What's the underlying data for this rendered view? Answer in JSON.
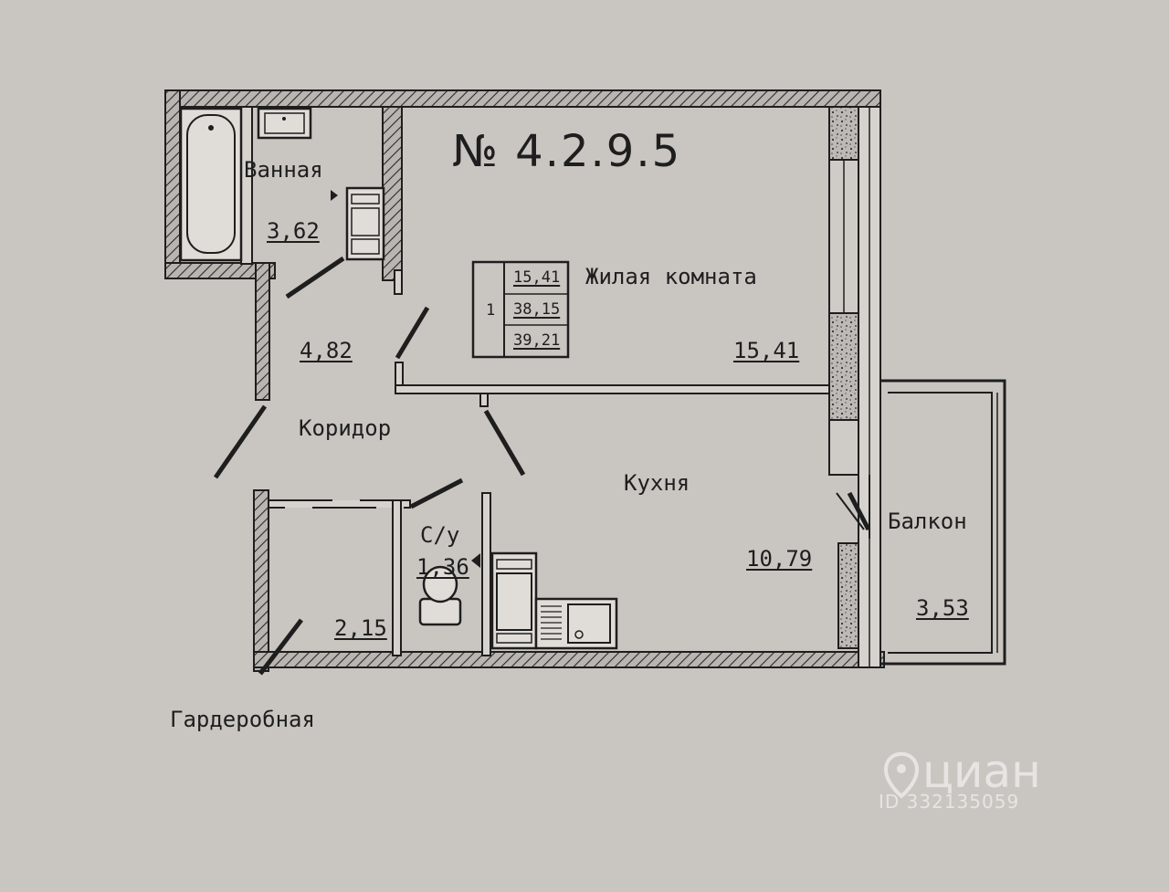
{
  "plan": {
    "title": "№ 4.2.9.5",
    "rooms": {
      "bathroom": {
        "name": "Ванная",
        "area": "3,62"
      },
      "living": {
        "name": "Жилая комната",
        "area": "15,41"
      },
      "corridor": {
        "name": "Коридор",
        "area": "4,82"
      },
      "kitchen": {
        "name": "Кухня",
        "area": "10,79"
      },
      "toilet": {
        "name": "С/у",
        "area": "1,36"
      },
      "wardrobe": {
        "name": "Гардеробная",
        "area": "2,15"
      },
      "balcony": {
        "name": "Балкон",
        "area": "3,53"
      }
    },
    "summary_table": {
      "rooms_count": "1",
      "living_area": "15,41",
      "total_area": "38,15",
      "total_with_balcony": "39,21"
    }
  },
  "watermark": {
    "logo_text": "циан",
    "listing_id": "ID 332135059"
  },
  "colors": {
    "paper": "#c9c6c2",
    "ink": "#1e1e1e",
    "wall_fill": "#8e8c8a",
    "watermark": "#ffffff"
  },
  "icons": [
    "bathtub-icon",
    "sink-icon",
    "washing-machine-icon",
    "toilet-icon",
    "stove-icon",
    "kitchen-sink-icon",
    "watermark-location-pin-icon"
  ]
}
